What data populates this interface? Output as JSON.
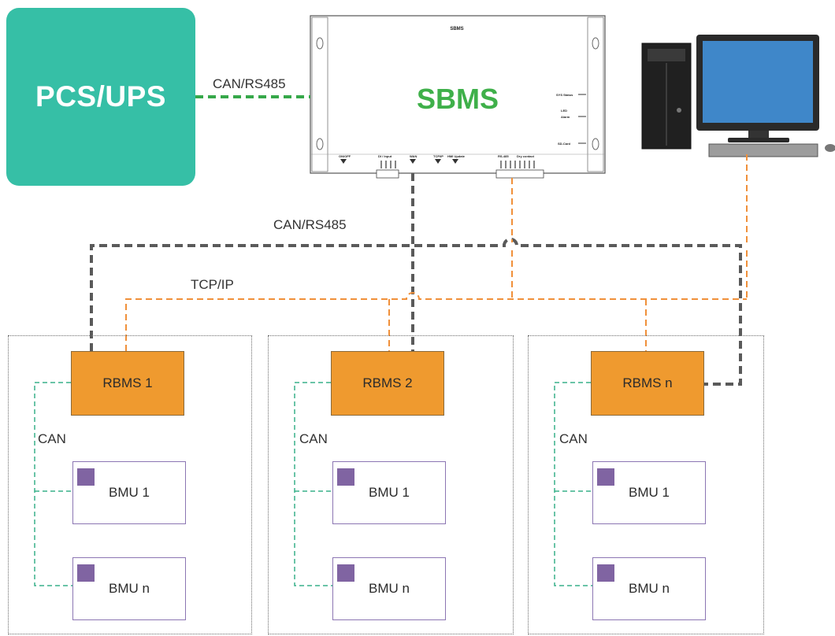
{
  "pcs_label": "PCS/UPS",
  "sbms": {
    "header_label": "SBMS",
    "title": "SBMS",
    "port_labels": [
      "ON/OFF",
      "DI / Input",
      "WAN",
      "TCP/IP",
      "HMI Update",
      "RS-485",
      "Dry contact"
    ],
    "side_labels": [
      "SYS Status",
      "LED",
      "Alarm",
      "SD-Card"
    ]
  },
  "links": {
    "pcs_to_sbms": "CAN/RS485",
    "sbms_to_rbms": "CAN/RS485",
    "ethernet": "TCP/IP"
  },
  "racks": [
    {
      "rbms": "RBMS 1",
      "can": "CAN",
      "bmus": [
        "BMU 1",
        "BMU n"
      ]
    },
    {
      "rbms": "RBMS 2",
      "can": "CAN",
      "bmus": [
        "BMU 1",
        "BMU n"
      ]
    },
    {
      "rbms": "RBMS n",
      "can": "CAN",
      "bmus": [
        "BMU 1",
        "BMU n"
      ]
    }
  ],
  "colors": {
    "pcs_fill": "#36bfa6",
    "sbms_text": "#3fb04a",
    "rbms_fill": "#ef9a2f",
    "bmu_marker": "#8064a2",
    "can_rs485_line": "#5a5a5a",
    "tcp_line": "#f0903a",
    "can_line": "#38b08a",
    "pcs_link_line": "#36a84a"
  }
}
